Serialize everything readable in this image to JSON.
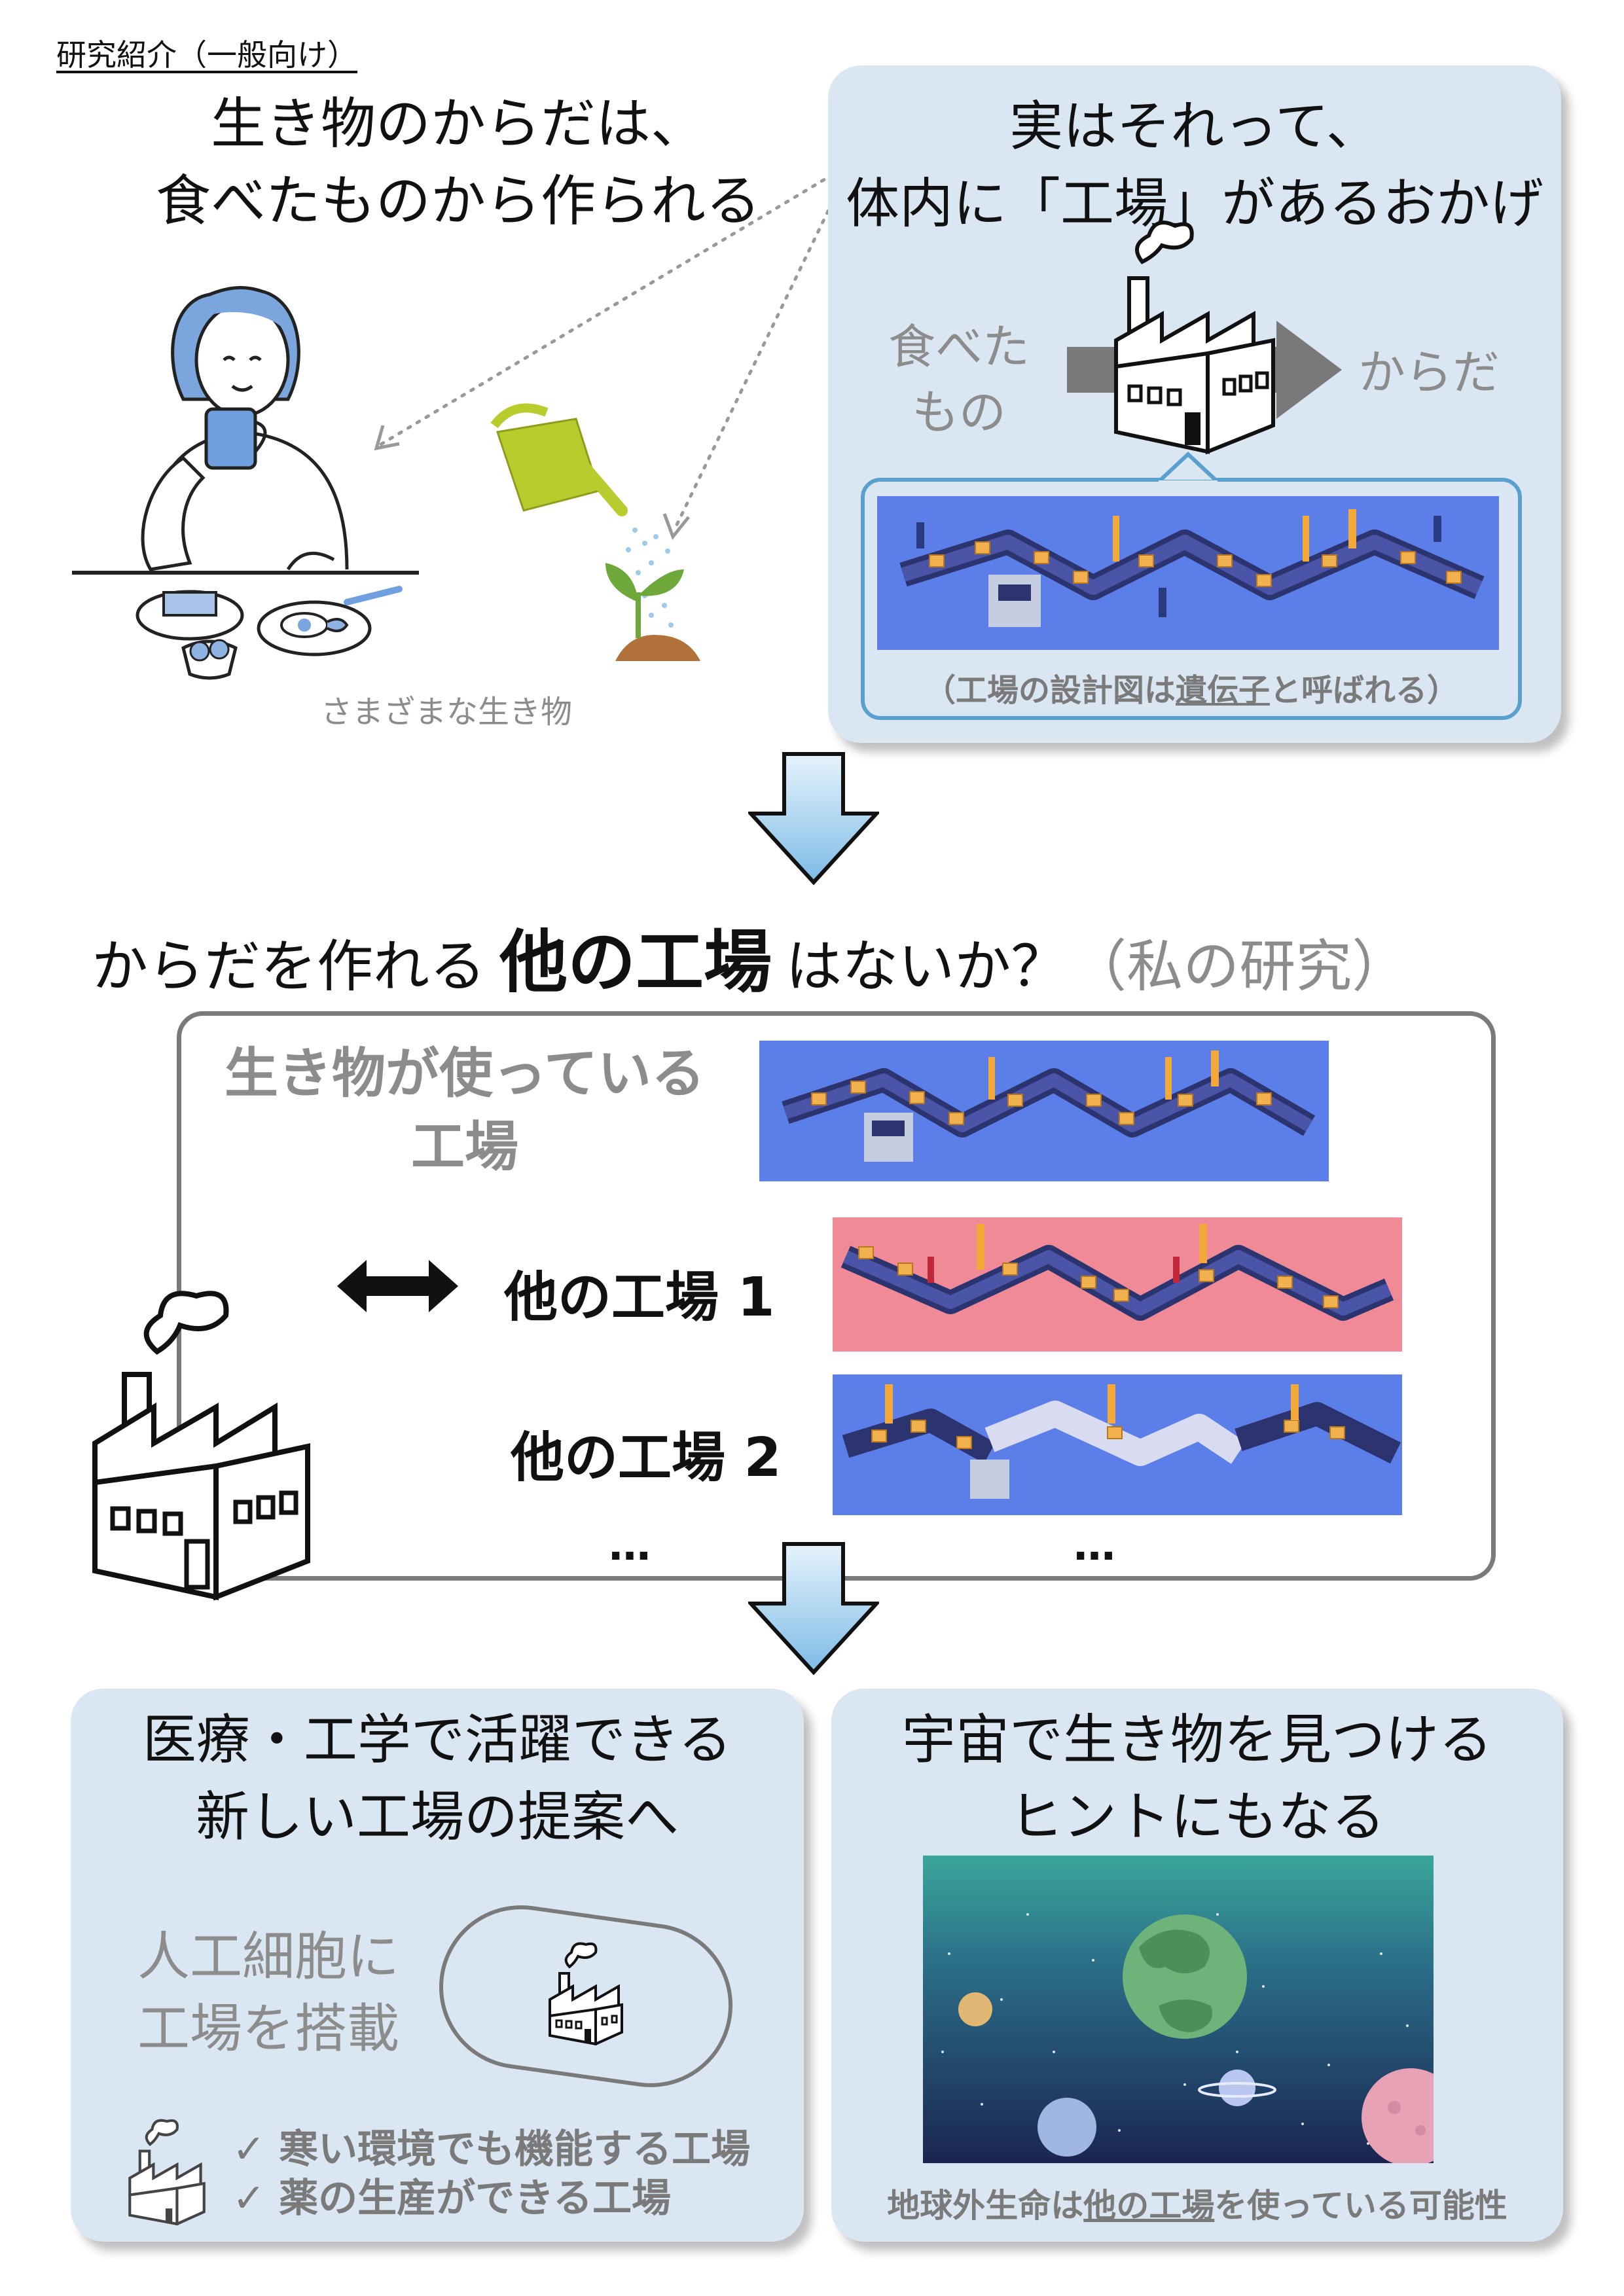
{
  "header": {
    "label": "研究紹介（一般向け）"
  },
  "intro": {
    "title_line1": "生き物のからだは、",
    "title_line2": "食べたものから作られる",
    "caption": "さまざまな生き物"
  },
  "factory_panel": {
    "title_line1": "実はそれって、",
    "title_line2": "体内に「工場」があるおかげ",
    "input_line1": "食べた",
    "input_line2": "もの",
    "output_label": "からだ",
    "note_prefix": "（工場の設計図は",
    "note_keyword": "遺伝子",
    "note_suffix": "と呼ばれる）"
  },
  "research": {
    "question_part1": "からだを作れる",
    "question_highlight": "他の工場",
    "question_part2": "はないか？",
    "question_note": "（私の研究）",
    "native_label_line1": "生き物が使っている",
    "native_label_line2": "工場",
    "alt1_label": "他の工場 1",
    "alt2_label": "他の工場 2",
    "ellipsis_left": "…",
    "ellipsis_right": "…"
  },
  "application_panel": {
    "title_line1": "医療・工学で活躍できる",
    "title_line2": "新しい工場の提案へ",
    "cell_line1": "人工細胞に",
    "cell_line2": "工場を搭載",
    "check1": "✓ 寒い環境でも機能する工場",
    "check2": "✓ 薬の生産ができる工場"
  },
  "space_panel": {
    "title_line1": "宇宙で生き物を見つける",
    "title_line2": "ヒントにもなる",
    "caption_prefix": "地球外生命は",
    "caption_keyword": "他の工場",
    "caption_suffix": "を使っている可能性"
  },
  "colors": {
    "panel_bg": "#dbe6f3",
    "arrow_fill": "#a9d2ef",
    "factory_blue_bg": "#5b7ee8",
    "factory_pink_bg": "#f08a96",
    "box_orange": "#f2b14f",
    "note_border": "#5aa0cf",
    "plant_green": "#6fa83a",
    "can_yellow_green": "#b9cc2e"
  }
}
